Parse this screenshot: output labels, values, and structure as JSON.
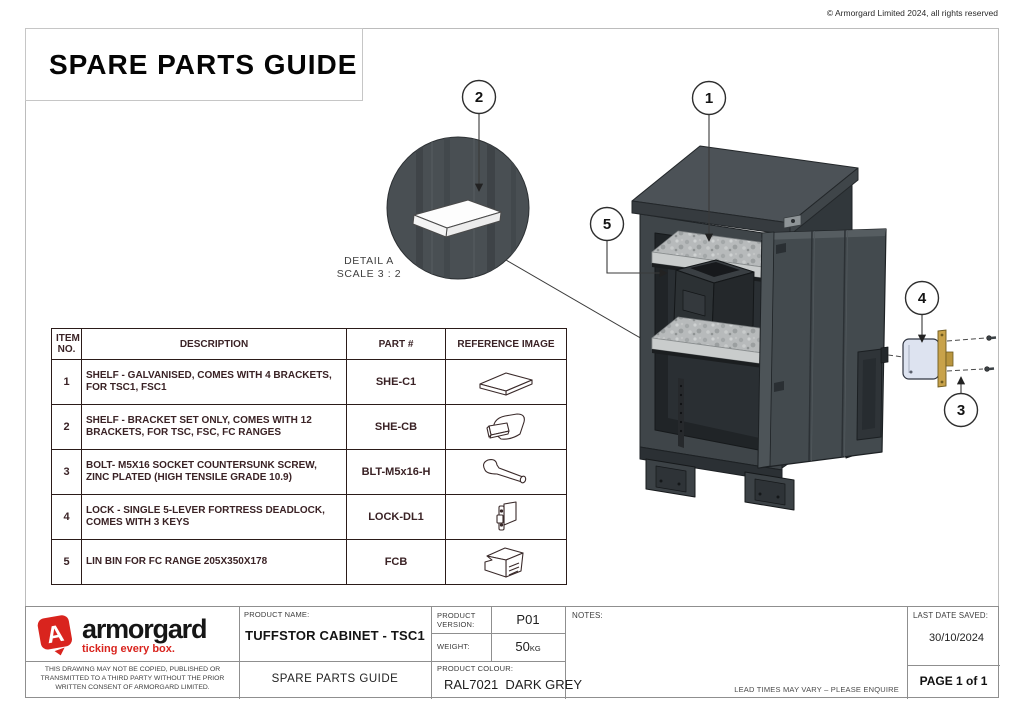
{
  "meta": {
    "copyright": "© Armorgard Limited 2024, all rights reserved"
  },
  "title": "SPARE PARTS GUIDE",
  "detail": {
    "line1": "DETAIL A",
    "line2": "SCALE 3 : 2"
  },
  "balloons": {
    "b1": "1",
    "b2": "2",
    "b3": "3",
    "b4": "4",
    "b5": "5"
  },
  "parts_table": {
    "headers": {
      "item": "ITEM NO.",
      "desc": "DESCRIPTION",
      "part": "PART #",
      "ref": "REFERENCE IMAGE"
    },
    "rows": [
      {
        "no": "1",
        "desc": "SHELF - GALVANISED, COMES WITH 4 BRACKETS, FOR TSC1, FSC1",
        "part": "SHE-C1",
        "image": "shelf"
      },
      {
        "no": "2",
        "desc": "SHELF - BRACKET SET ONLY, COMES WITH 12 BRACKETS, FOR TSC, FSC, FC RANGES",
        "part": "SHE-CB",
        "image": "shelf-bracket"
      },
      {
        "no": "3",
        "desc": "BOLT- M5X16 SOCKET COUNTERSUNK SCREW, ZINC PLATED (HIGH TENSILE GRADE 10.9)",
        "part": "BLT-M5x16-H",
        "image": "bolt"
      },
      {
        "no": "4",
        "desc": "LOCK - SINGLE 5-LEVER FORTRESS DEADLOCK, COMES WITH 3 KEYS",
        "part": "LOCK-DL1",
        "image": "lock"
      },
      {
        "no": "5",
        "desc": "LIN BIN FOR FC RANGE 205X350X178",
        "part": "FCB",
        "image": "lin-bin"
      }
    ]
  },
  "title_block": {
    "brand": "armorgard",
    "tagline": "ticking every box.",
    "legal": "THIS DRAWING MAY NOT BE COPIED, PUBLISHED OR TRANSMITTED TO A THIRD PARTY WITHOUT THE PRIOR WRITTEN CONSENT OF ARMORGARD LIMITED.",
    "product_name_label": "PRODUCT NAME:",
    "product_name": "TUFFSTOR CABINET - TSC1",
    "doc_type": "SPARE PARTS GUIDE",
    "version_label": "PRODUCT VERSION:",
    "version": "P01",
    "weight_label": "WEIGHT:",
    "weight_value": "50",
    "weight_unit": "KG",
    "colour_label": "PRODUCT COLOUR:",
    "colour": "RAL7021  DARK GREY",
    "notes_label": "NOTES:",
    "lead_note": "LEAD TIMES MAY VARY – PLEASE ENQUIRE",
    "saved_label": "LAST DATE SAVED:",
    "saved_date": "30/10/2024",
    "page": "PAGE 1 of 1"
  },
  "colors": {
    "accent_red": "#d9241e",
    "table_ink": "#3a2225",
    "cabinet_grey": "#41474b",
    "galvanised_grey": "#b7babb",
    "lock_body_blue": "#dde3f0",
    "brass": "#c8a24a"
  }
}
